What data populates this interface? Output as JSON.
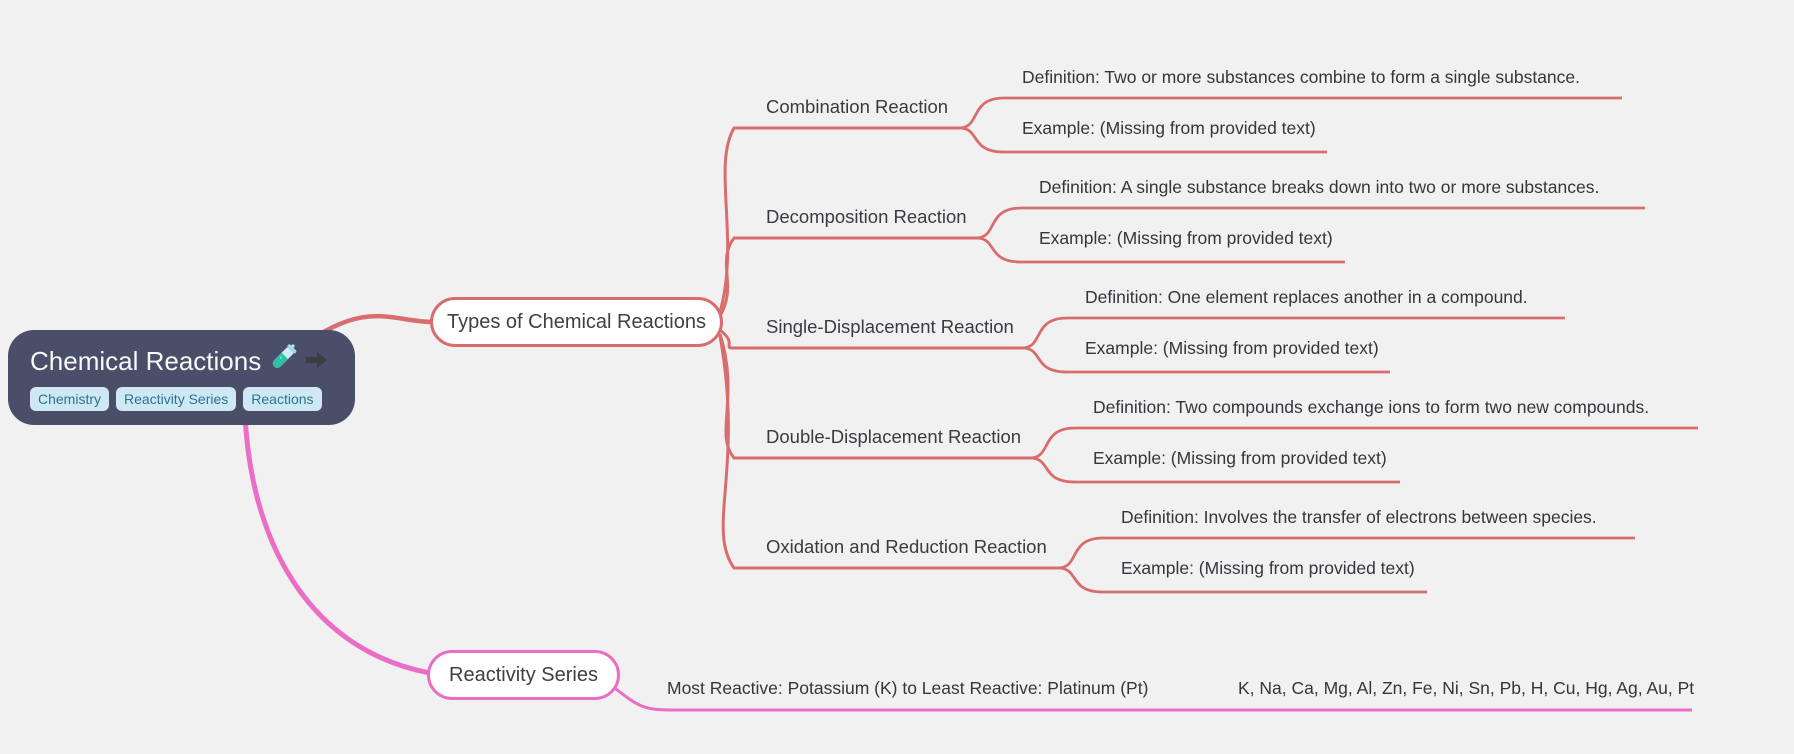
{
  "colors": {
    "background": "#f1f1f2",
    "root_bg": "#4a4e69",
    "root_text": "#f7f8fa",
    "tag_bg": "#cfe9f4",
    "tag_text": "#2b748f",
    "salmon_branch": "#d96d6e",
    "pink_branch": "#eb6ec6",
    "leaf_text": "#35363b"
  },
  "root": {
    "title": "Chemical Reactions",
    "icons": [
      "test-tube-icon",
      "arrow-right-icon"
    ],
    "tags": [
      "Chemistry",
      "Reactivity Series",
      "Reactions"
    ]
  },
  "branches": [
    {
      "label": "Types of Chemical Reactions",
      "color": "#d96d6e",
      "children": [
        {
          "label": "Combination Reaction",
          "definition": "Definition: Two or more substances combine to form a single substance.",
          "example": "Example: (Missing from provided text)"
        },
        {
          "label": "Decomposition Reaction",
          "definition": "Definition: A single substance breaks down into two or more substances.",
          "example": "Example: (Missing from provided text)"
        },
        {
          "label": "Single-Displacement Reaction",
          "definition": "Definition: One element replaces another in a compound.",
          "example": "Example: (Missing from provided text)"
        },
        {
          "label": "Double-Displacement Reaction",
          "definition": "Definition: Two compounds exchange ions to form two new compounds.",
          "example": "Example: (Missing from provided text)"
        },
        {
          "label": "Oxidation and Reduction Reaction",
          "definition": "Definition: Involves the transfer of electrons between species.",
          "example": "Example: (Missing from provided text)"
        }
      ]
    },
    {
      "label": "Reactivity Series",
      "color": "#eb6ec6",
      "children": [
        {
          "label": "Most Reactive: Potassium (K) to Least Reactive: Platinum (Pt)",
          "children": [
            {
              "label": "K, Na, Ca, Mg, Al, Zn, Fe, Ni, Sn, Pb, H, Cu, Hg, Ag, Au, Pt"
            }
          ]
        }
      ]
    }
  ]
}
